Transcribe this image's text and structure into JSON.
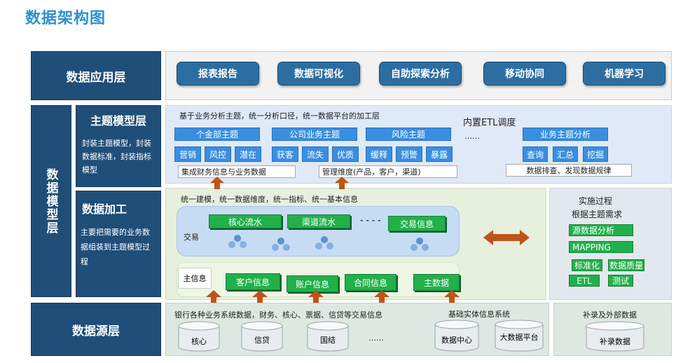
{
  "title": "数据架构图",
  "app_layer": {
    "label": "数据应用层",
    "items": [
      "报表报告",
      "数据可视化",
      "自助探索分析",
      "移动协同",
      "机器学习"
    ]
  },
  "model_layer": {
    "label": "数据模型层",
    "theme": {
      "label": "主题模型层",
      "desc": "封装主题模型，封装数据标准，封装指标模型",
      "top_text": "基于业务分析主题，统一分析口径，统一数据平台的加工层",
      "etl_text": "内置ETL调度",
      "ellipsis": "……",
      "groups": [
        {
          "name": "个金部主题",
          "items": [
            "营销",
            "风控",
            "潜在"
          ]
        },
        {
          "name": "公司业务主题",
          "items": [
            "获客",
            "流失",
            "优质"
          ]
        },
        {
          "name": "风险主题",
          "items": [
            "缓释",
            "预警",
            "暴露"
          ]
        }
      ],
      "analysis": {
        "name": "业务主题分析",
        "items": [
          "查询",
          "汇总",
          "挖掘"
        ]
      },
      "bottom_notes": [
        "集成财务信息与业务数据",
        "管理维度(产品，客户，渠道)",
        "数据排查、发现数据规律"
      ]
    },
    "processing": {
      "label": "数据加工",
      "desc": "主要把需要的业务数据组装到主题模型过程",
      "top_text": "统一建模，统一数据维度，统一指标、统一基本信息",
      "trade_label": "交易",
      "flows": [
        "核心流水",
        "渠道流水",
        "交易信息"
      ],
      "dashes": "- - - -",
      "master_label": "主信息",
      "master_items": [
        "客户信息",
        "账户信息",
        "合同信息",
        "主数据"
      ]
    },
    "impl": {
      "title": "实施过程",
      "subtitle": "根据主题需求",
      "items": [
        "源数据分析",
        "MAPPING",
        "标准化",
        "数据质量",
        "ETL",
        "测试"
      ]
    }
  },
  "source_layer": {
    "label": "数据源层",
    "bank_text": "银行各种业务系统数据，财务、核心、票据、信贷等交易信息",
    "base_text": "基础实体信息系统",
    "ext_text": "补录及外部数据",
    "sources": [
      "核心",
      "信贷",
      "国结",
      "……",
      "数据中心",
      "大数据平台",
      "补录数据"
    ]
  },
  "colors": {
    "dark_blue": "#1f4e79",
    "accent_blue": "#3a8ee0",
    "green": "#22b04b",
    "arrow": "#c0531a",
    "title": "#2e8fd0"
  }
}
